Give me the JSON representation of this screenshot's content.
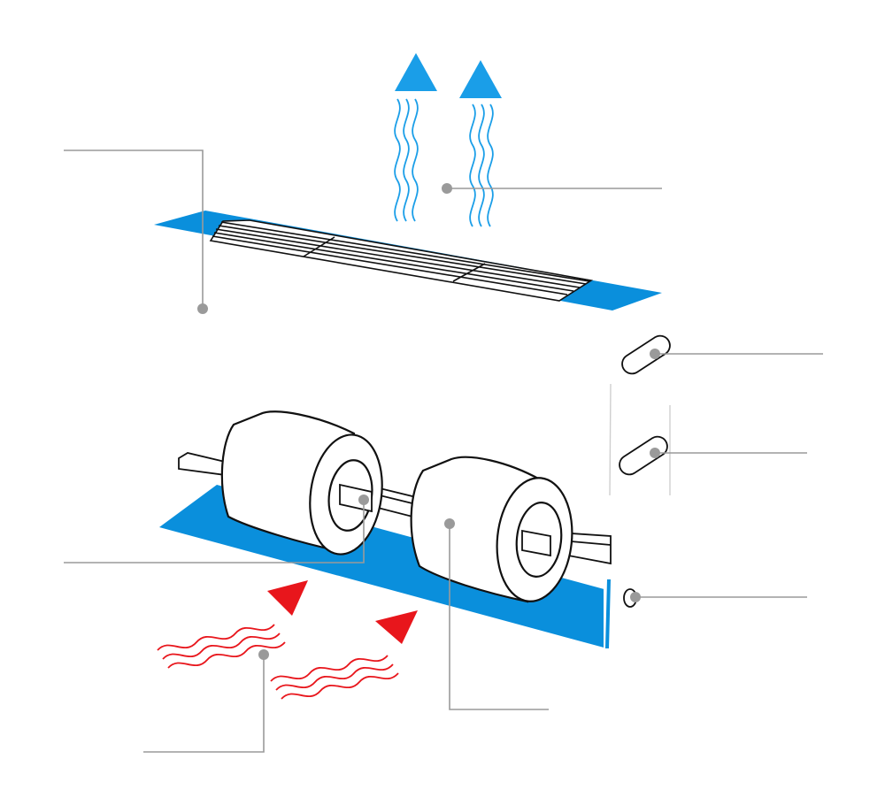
{
  "diagram": {
    "colors": {
      "panel_blue": "#0a8fdc",
      "cool_air": "#1a9ee8",
      "warm_air": "#e8161c",
      "outline": "#111111",
      "leader_line": "#9a9a9a",
      "background": "#ffffff"
    },
    "parts": [
      "top-outlet-grille",
      "cool-air-outflow",
      "side-panel-slot-upper",
      "side-panel-slot-lower",
      "round-control-port",
      "heating-drum-left",
      "heating-drum-right",
      "drive-shaft",
      "bottom-intake-panel",
      "warm-air-inflow"
    ],
    "callouts": [
      {
        "id": "callout-grille",
        "label": ""
      },
      {
        "id": "callout-cool-air",
        "label": ""
      },
      {
        "id": "callout-upper-slot",
        "label": ""
      },
      {
        "id": "callout-lower-slot",
        "label": ""
      },
      {
        "id": "callout-round-port",
        "label": ""
      },
      {
        "id": "callout-shaft",
        "label": ""
      },
      {
        "id": "callout-drum",
        "label": ""
      },
      {
        "id": "callout-warm-air",
        "label": ""
      }
    ]
  }
}
